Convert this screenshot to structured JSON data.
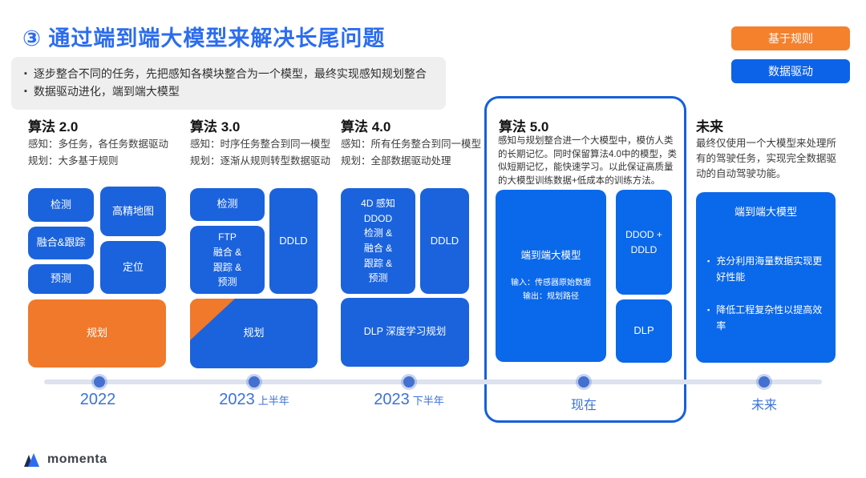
{
  "title": "③ 通过端到端大模型来解决长尾问题",
  "legend": {
    "rule_based": "基于规则",
    "data_driven": "数据驱动"
  },
  "intro": {
    "bullets": [
      "逐步整合不同的任务，先把感知各模块整合为一个模型，最终实现感知规划整合",
      "数据驱动进化，端到端大模型"
    ]
  },
  "columns": {
    "algo2": {
      "header": "算法 2.0",
      "perception": "感知：多任务，各任务数据驱动",
      "planning": "规划：大多基于规则",
      "boxes": {
        "detect": "检测",
        "hdmap": "高精地图",
        "fusion": "融合&跟踪",
        "localization": "定位",
        "prediction": "预测",
        "planning_box": "规划"
      }
    },
    "algo3": {
      "header": "算法 3.0",
      "perception": "感知：时序任务整合到同一模型",
      "planning": "规划：逐渐从规则转型数据驱动",
      "boxes": {
        "detect": "检测",
        "ftp": "FTP\n融合 &\n跟踪 &\n预测",
        "ddld": "DDLD",
        "planning_box": "规划"
      }
    },
    "algo4": {
      "header": "算法 4.0",
      "perception": "感知：所有任务整合到同一模型",
      "planning": "规划：全部数据驱动处理",
      "boxes": {
        "ddod": "4D 感知\nDDOD\n检测 &\n融合 &\n跟踪 &\n预测",
        "ddld": "DDLD",
        "dlp": "DLP 深度学习规划"
      }
    },
    "algo5": {
      "header": "算法 5.0",
      "description": "感知与规划整合进一个大模型中，模仿人类的长期记忆。同时保留算法4.0中的模型，类似短期记忆，能快速学习。以此保证高质量的大模型训练数据+低成本的训练方法。",
      "boxes": {
        "e2e_title": "端到端大模型",
        "e2e_io": "输入：传感器原始数据\n输出：规划路径",
        "ddod_ddld": "DDOD +\nDDLD",
        "dlp": "DLP"
      }
    },
    "future": {
      "header": "未来",
      "description": "最终仅使用一个大模型来处理所有的驾驶任务，实现完全数据驱动的自动驾驶功能。",
      "box": {
        "title": "端到端大模型",
        "bullets": [
          "充分利用海量数据实现更好性能",
          "降低工程复杂性以提高效率"
        ]
      }
    }
  },
  "timeline": {
    "points": [
      {
        "year": "2022",
        "sub": ""
      },
      {
        "year": "2023",
        "sub": "上半年"
      },
      {
        "year": "2023",
        "sub": "下半年"
      },
      {
        "label": "现在"
      },
      {
        "label": "未来"
      }
    ]
  },
  "logo": {
    "text": "momenta"
  },
  "colors": {
    "title_blue": "#2b6cf0",
    "legend_orange": "#f5812d",
    "legend_blue": "#0d63e8",
    "box_blue": "#1b63dc",
    "box_blue_bright": "#0a68ea",
    "box_orange": "#f0792b",
    "highlight_border": "#1660d8"
  }
}
